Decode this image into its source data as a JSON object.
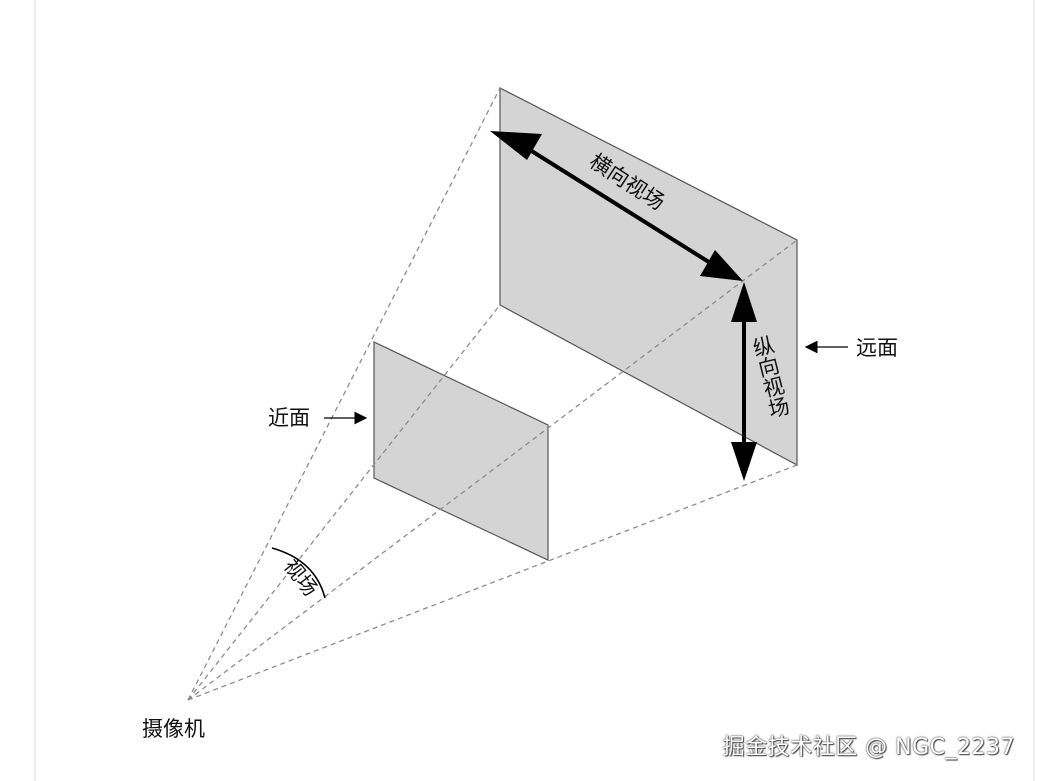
{
  "labels": {
    "horizontal_fov": "横向视场",
    "vertical_fov": "纵向视场",
    "far_plane": "远面",
    "near_plane": "近面",
    "fov": "视场",
    "camera": "摄像机"
  },
  "watermark": "掘金技术社区 @ NGC_2237",
  "colors": {
    "plane_fill": "#d4d4d4",
    "plane_stroke": "#555555",
    "dashed_line": "#8c8c8c",
    "arrow": "#000000"
  }
}
